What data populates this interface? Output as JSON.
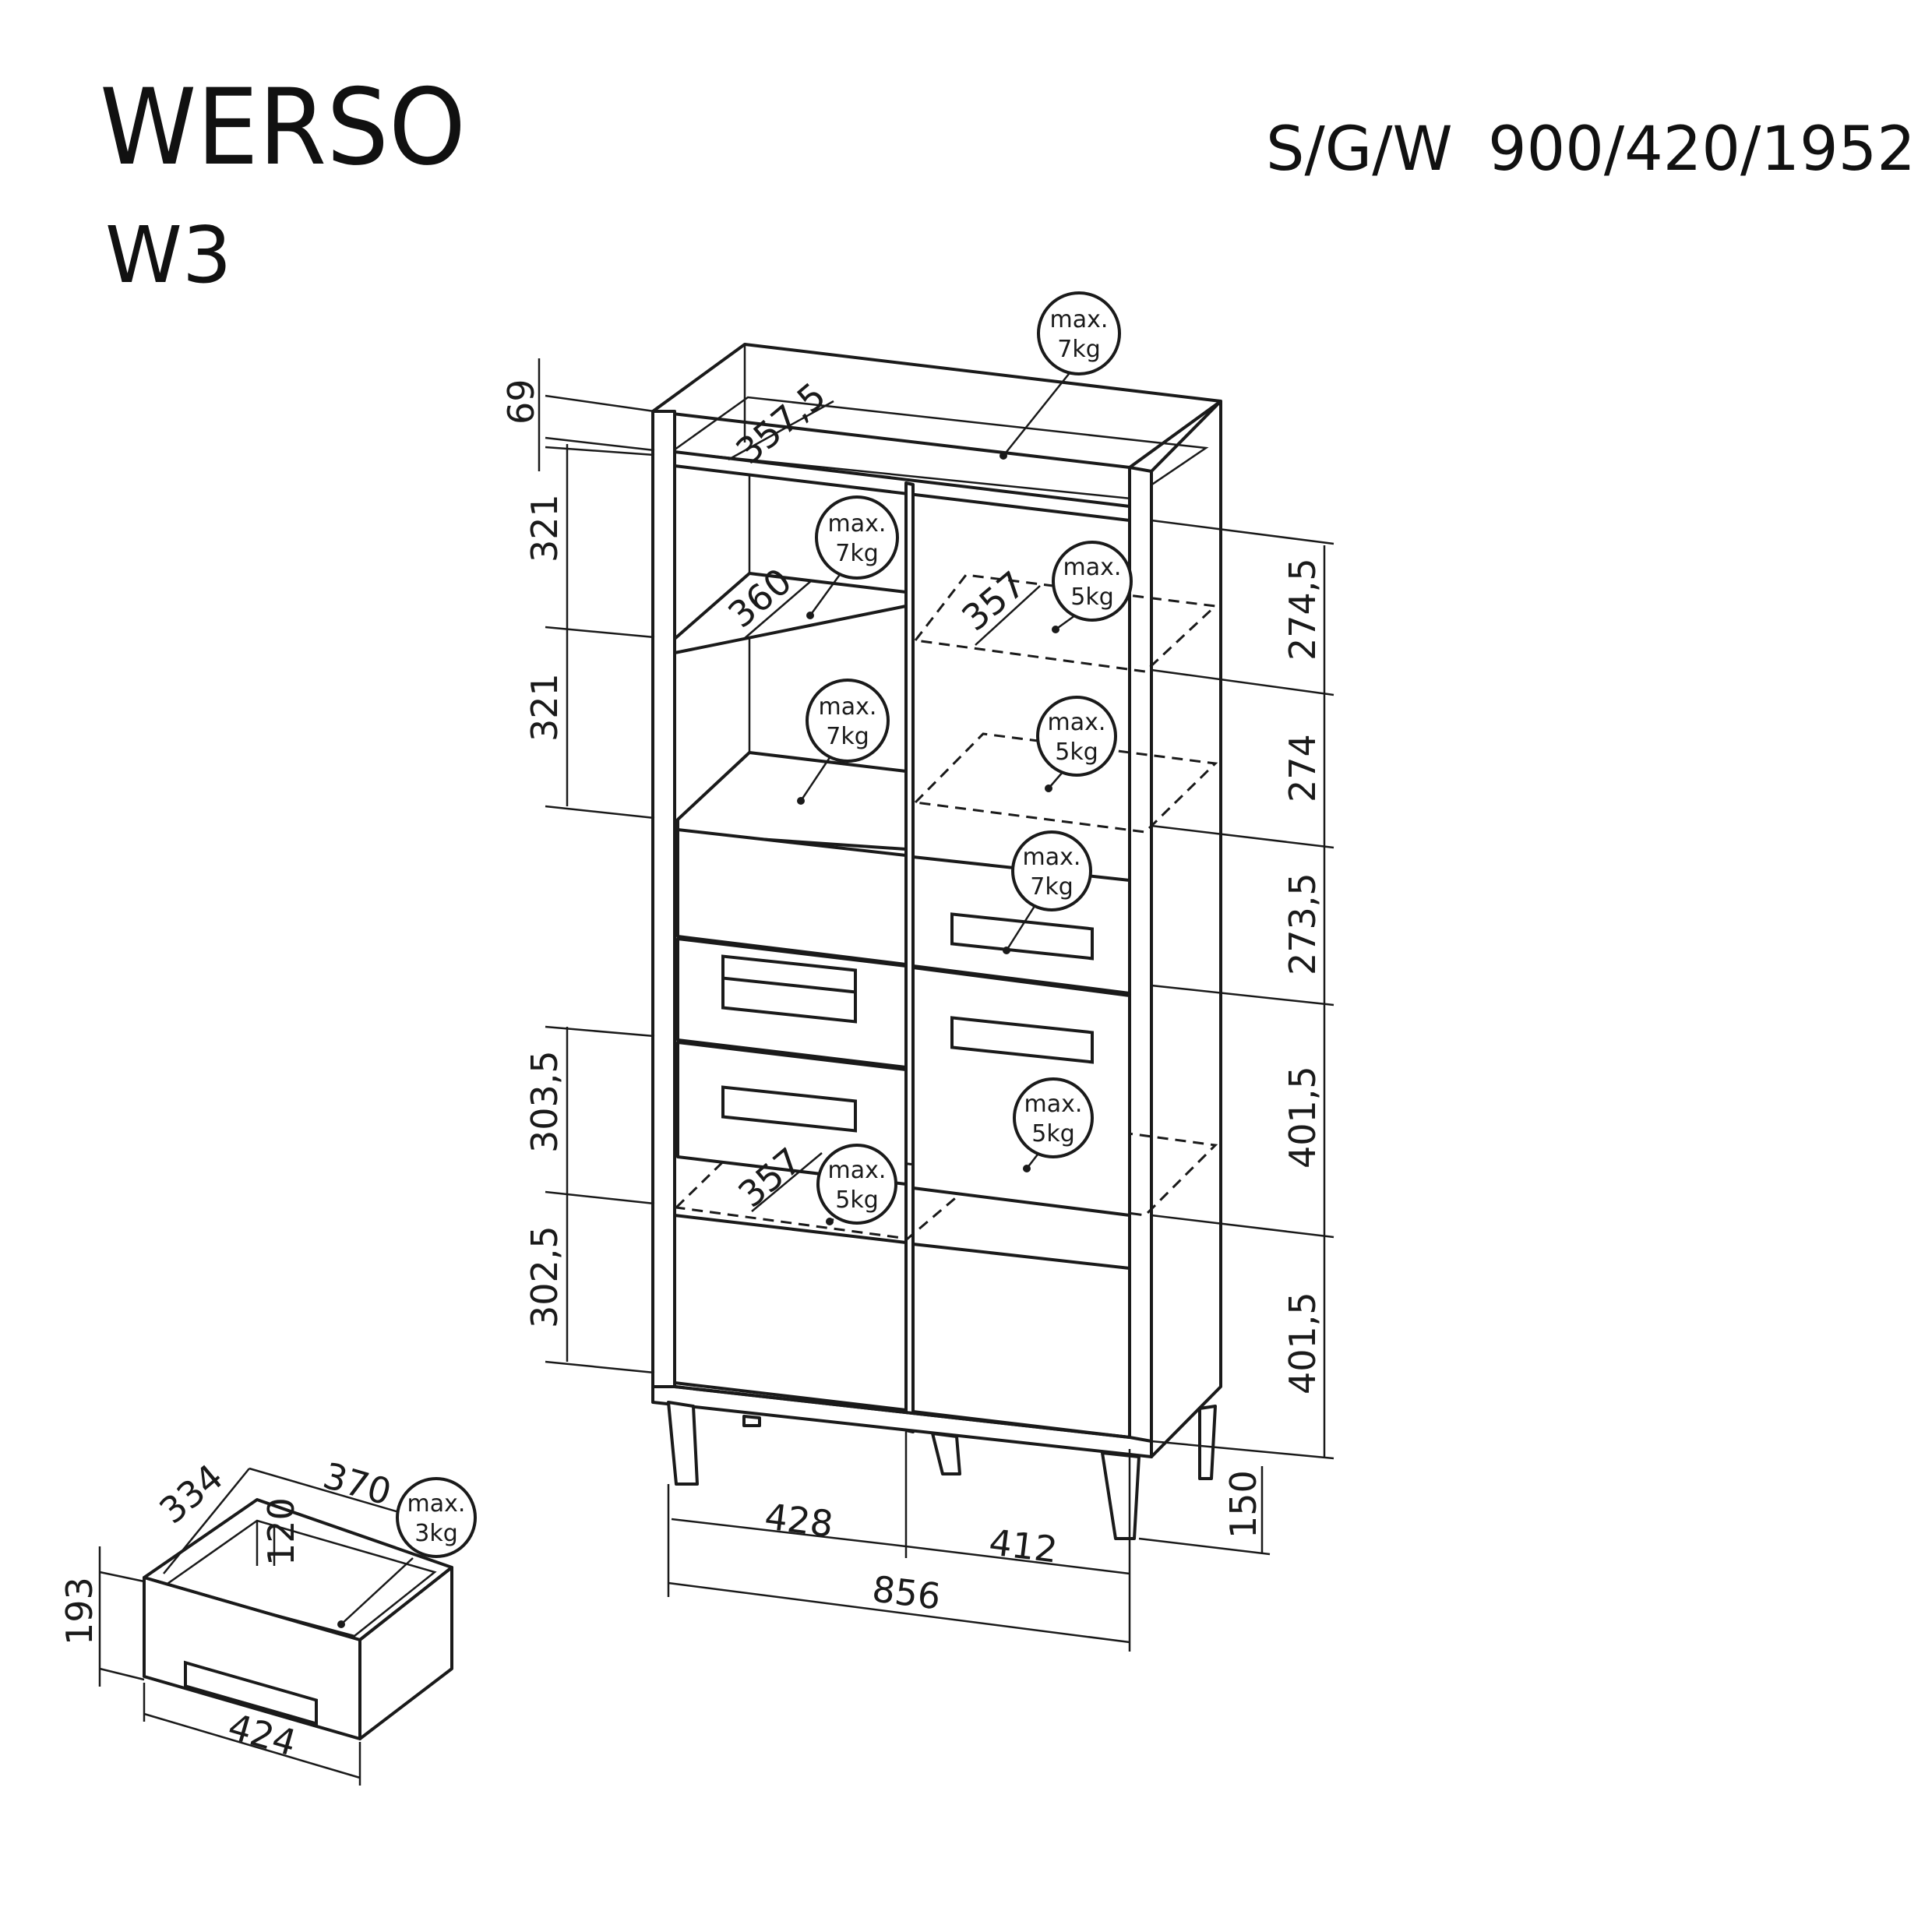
{
  "header": {
    "product_name": "WERSO",
    "model_code": "W3",
    "dims_label": "S/G/W",
    "dims_value": "900/420/1952"
  },
  "dimensions": {
    "top_rim": "69",
    "top_depth": "357,5",
    "left_upper_gap_1": "321",
    "left_upper_gap_2": "321",
    "left_shelf_depth": "360",
    "right_shelf_depth": "357",
    "right_gap_1": "274,5",
    "right_gap_2": "274",
    "right_gap_3": "273,5",
    "right_gap_4": "401,5",
    "right_gap_5": "401,5",
    "left_lower_gap_1": "303,5",
    "left_lower_gap_2": "302,5",
    "lower_shelf_depth": "357",
    "leg_height": "150",
    "width_left": "428",
    "width_right": "412",
    "width_inner_total": "856",
    "drawer_depth": "334",
    "drawer_inner_width": "370",
    "drawer_inner_height": "120",
    "drawer_front_height": "193",
    "drawer_front_width": "424"
  },
  "load_labels": {
    "max": "max.",
    "kg7": "7kg",
    "kg5": "5kg",
    "kg3": "3kg"
  },
  "load_badges": [
    {
      "id": "top",
      "max": "max.",
      "kg": "7kg"
    },
    {
      "id": "left-shelf-1",
      "max": "max.",
      "kg": "7kg"
    },
    {
      "id": "right-shelf-1",
      "max": "max.",
      "kg": "5kg"
    },
    {
      "id": "left-shelf-2",
      "max": "max.",
      "kg": "7kg"
    },
    {
      "id": "right-shelf-2",
      "max": "max.",
      "kg": "5kg"
    },
    {
      "id": "right-drawer",
      "max": "max.",
      "kg": "7kg"
    },
    {
      "id": "right-shelf-3",
      "max": "max.",
      "kg": "5kg"
    },
    {
      "id": "left-shelf-3",
      "max": "max.",
      "kg": "5kg"
    },
    {
      "id": "drawer",
      "max": "max.",
      "kg": "3kg"
    }
  ]
}
